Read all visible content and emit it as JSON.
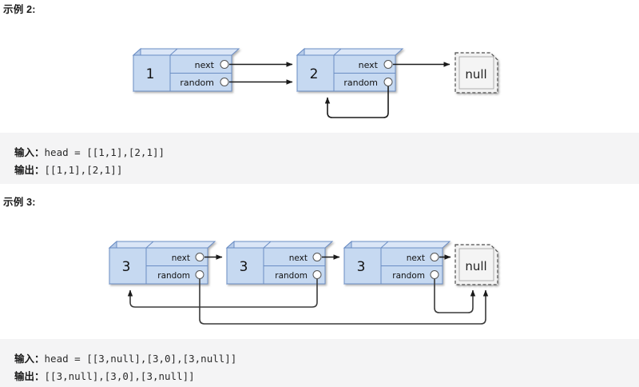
{
  "page": {
    "background": "#ffffff",
    "code_background": "#f4f4f5",
    "node_fill": "#c6d9f1",
    "node_fill_light": "#dce6f6",
    "node_stroke": "#6a8dc4",
    "null_fill": "#f2f2f2",
    "null_stroke": "#555555",
    "arrow_color": "#1a1a1a"
  },
  "examples": [
    {
      "title": "示例 2:",
      "diagram": {
        "nodes": [
          {
            "value": "1",
            "next_label": "next",
            "random_label": "random"
          },
          {
            "value": "2",
            "next_label": "next",
            "random_label": "random"
          }
        ],
        "terminal": {
          "label": "null"
        }
      },
      "code": {
        "input_label": "输入：",
        "input_value": "head = [[1,1],[2,1]]",
        "output_label": "输出：",
        "output_value": "[[1,1],[2,1]]"
      }
    },
    {
      "title": "示例 3:",
      "diagram": {
        "nodes": [
          {
            "value": "3",
            "next_label": "next",
            "random_label": "random"
          },
          {
            "value": "3",
            "next_label": "next",
            "random_label": "random"
          },
          {
            "value": "3",
            "next_label": "next",
            "random_label": "random"
          }
        ],
        "terminal": {
          "label": "null"
        }
      },
      "code": {
        "input_label": "输入：",
        "input_value": "head = [[3,null],[3,0],[3,null]]",
        "output_label": "输出：",
        "output_value": "[[3,null],[3,0],[3,null]]"
      }
    }
  ]
}
